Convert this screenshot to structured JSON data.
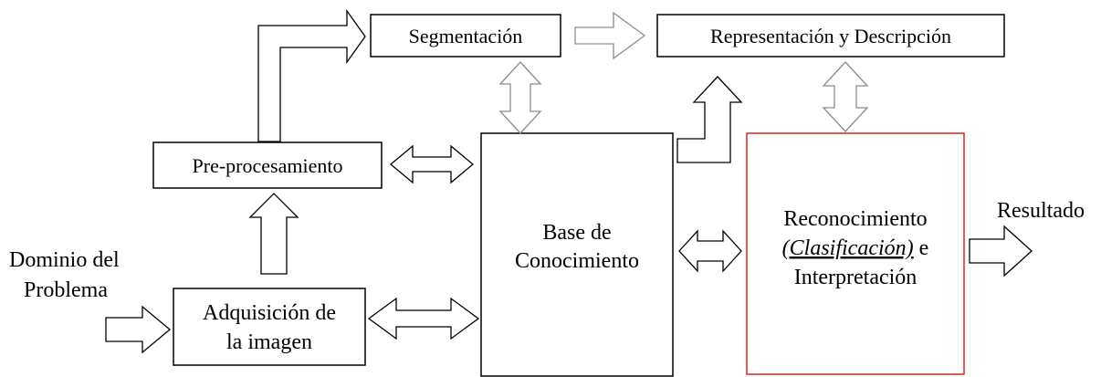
{
  "colors": {
    "box_border": "#000000",
    "highlight_border": "#e03030",
    "gray_arrow": "#8c8c8c",
    "text": "#000000",
    "background": "#ffffff"
  },
  "nodes": {
    "segmentacion": "Segmentación",
    "representacion": "Representación y Descripción",
    "preprocesamiento": "Pre-procesamiento",
    "base_line1": "Base de",
    "base_line2": "Conocimiento",
    "reconocimiento_line1": "Reconocimiento",
    "reconocimiento_line2_italic": "(Clasificación)",
    "reconocimiento_line2_rest": " e",
    "reconocimiento_line3": "Interpretación",
    "adquisicion_line1": "Adquisición de",
    "adquisicion_line2": "la imagen"
  },
  "labels": {
    "dominio_line1": "Dominio del",
    "dominio_line2": "Problema",
    "resultado": "Resultado"
  }
}
